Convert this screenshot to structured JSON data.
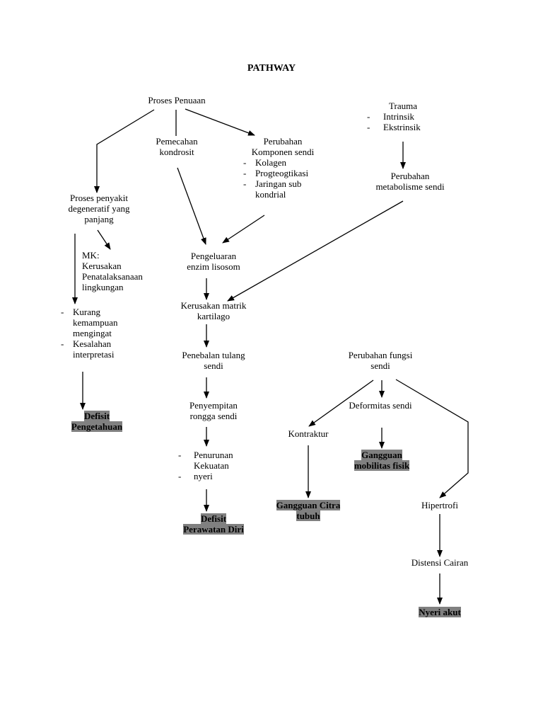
{
  "title": "PATHWAY",
  "nodes": {
    "proses_penuaan": "Proses Penuaan",
    "trauma": "Trauma",
    "trauma_items": [
      "Intrinsik",
      "Ekstrinsik"
    ],
    "pemecahan": "Pemecahan\nkondrosit",
    "perubahan_komponen": "Perubahan\nKomponen sendi",
    "komponen_items": [
      "Kolagen",
      "Progteogtikasi",
      "Jaringan sub\nkondrial"
    ],
    "perubahan_metabolisme": "Perubahan\nmetabolisme sendi",
    "proses_degeneratif": "Proses penyakit\ndegeneratif yang\npanjang",
    "mk": "MK:\nKerusakan\nPenatalaksanaan\nlingkungan",
    "pengeluaran": "Pengeluaran\nenzim lisosom",
    "kerusakan_matrik": "Kerusakan matrik\nkartilago",
    "kurang_items": [
      "Kurang\nkemampuan\nmengingat",
      "Kesalahan\ninterpretasi"
    ],
    "penebalan": "Penebalan tulang\nsendi",
    "perubahan_fungsi": "Perubahan fungsi\nsendi",
    "penyempitan": "Penyempitan\nrongga sendi",
    "deformitas": "Deformitas sendi",
    "kontraktur": "Kontraktur",
    "penurunan_items": [
      "Penurunan\nKekuatan",
      "nyeri"
    ],
    "hipertrofi": "Hipertrofi",
    "distensi": "Distensi Cairan"
  },
  "diagnoses": {
    "defisit_pengetahuan": [
      "Defisit",
      "Pengetahuan"
    ],
    "gangguan_mobilitas": [
      "Gangguan",
      "mobilitas fisik"
    ],
    "gangguan_citra": [
      "Gangguan Citra",
      "tubuh"
    ],
    "defisit_perawatan": [
      "Defisit",
      "Perawatan Diri"
    ],
    "nyeri_akut": [
      "Nyeri akut"
    ]
  },
  "bullet_marker": "-",
  "highlight_color": "#808080"
}
